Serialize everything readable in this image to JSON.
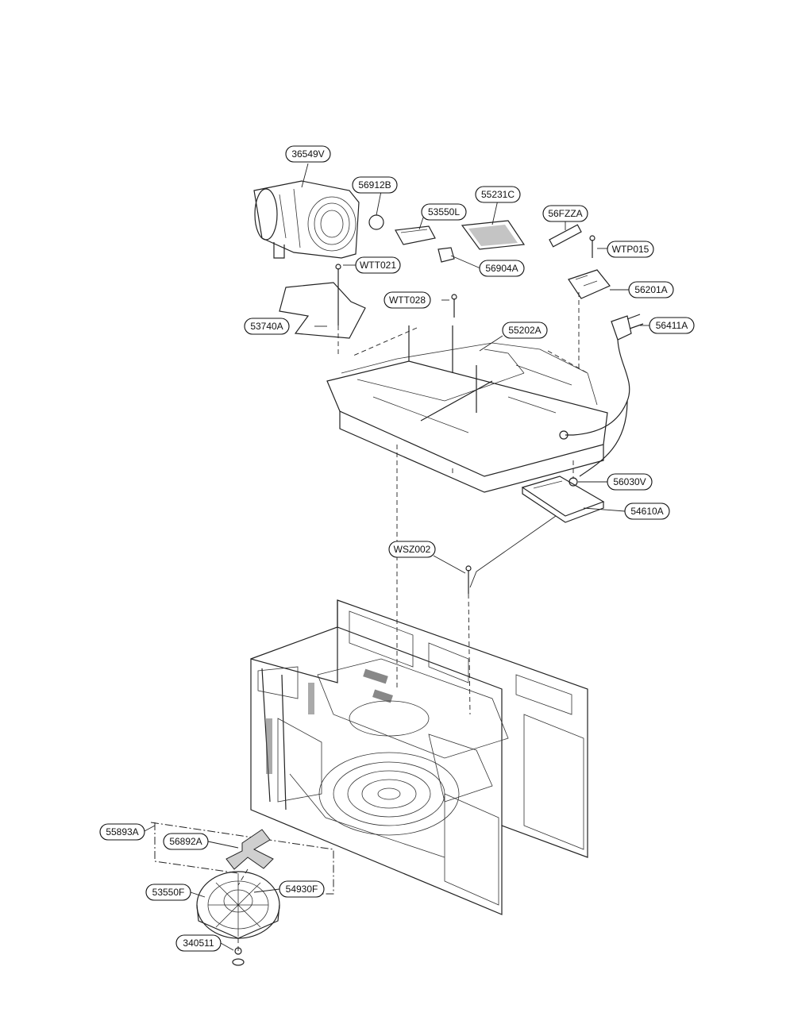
{
  "labels": {
    "c36549V": "36549V",
    "c56912B": "56912B",
    "c53550L": "53550L",
    "c55231C": "55231C",
    "c56FZZA": "56FZZA",
    "c56904A": "56904A",
    "cWTP015": "WTP015",
    "cWTT021": "WTT021",
    "cWTT028": "WTT028",
    "c56201A": "56201A",
    "c53740A": "53740A",
    "c55202A": "55202A",
    "c56411A": "56411A",
    "c56030V": "56030V",
    "c54610A": "54610A",
    "cWSZ002": "WSZ002",
    "c55893A": "55893A",
    "c56892A": "56892A",
    "c54930F": "54930F",
    "c53550F": "53550F",
    "c340511": "340511"
  }
}
